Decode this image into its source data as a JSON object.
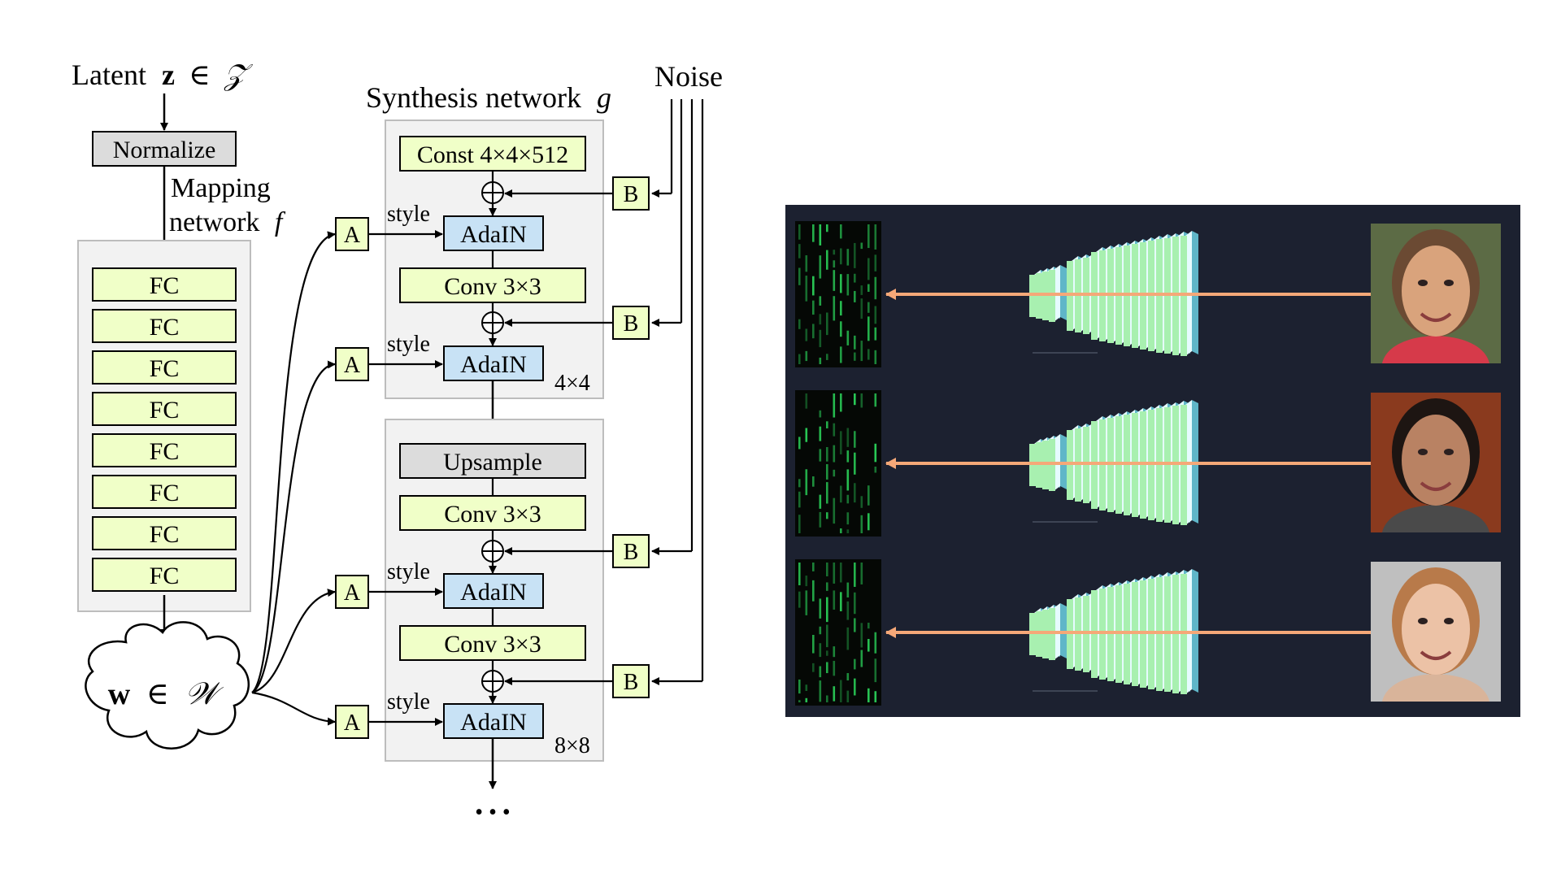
{
  "diagram": {
    "latent": {
      "label": "Latent",
      "symbol": "z",
      "in": "∈",
      "space": "𝒵"
    },
    "normalize": "Normalize",
    "mapping": {
      "line1": "Mapping",
      "line2": "network",
      "fn": "f",
      "fc_labels": [
        "FC",
        "FC",
        "FC",
        "FC",
        "FC",
        "FC",
        "FC",
        "FC"
      ]
    },
    "w": {
      "symbol": "w",
      "in": "∈",
      "space": "𝒲"
    },
    "synthesis": {
      "label": "Synthesis network",
      "fn": "g"
    },
    "noise": "Noise",
    "const": "Const 4×4×512",
    "adain": "AdaIN",
    "conv": "Conv 3×3",
    "upsample": "Upsample",
    "style": "style",
    "a": "A",
    "b": "B",
    "res1": "4×4",
    "res2": "8×8",
    "ellipsis": "• • •"
  },
  "panel": {
    "background": "#1c2130",
    "arrow_color": "#f5a878",
    "code_color": "#2bd45a",
    "layer_color": "#a8f0b0",
    "rows": [
      {
        "face_name": "face-older-woman"
      },
      {
        "face_name": "face-man-glasses"
      },
      {
        "face_name": "face-young-woman"
      }
    ]
  },
  "colors": {
    "green_box": "#f0ffc8",
    "blue_box": "#c8e2f5",
    "gray_box": "#dcdcdc",
    "group_bg": "#f2f2f2"
  }
}
